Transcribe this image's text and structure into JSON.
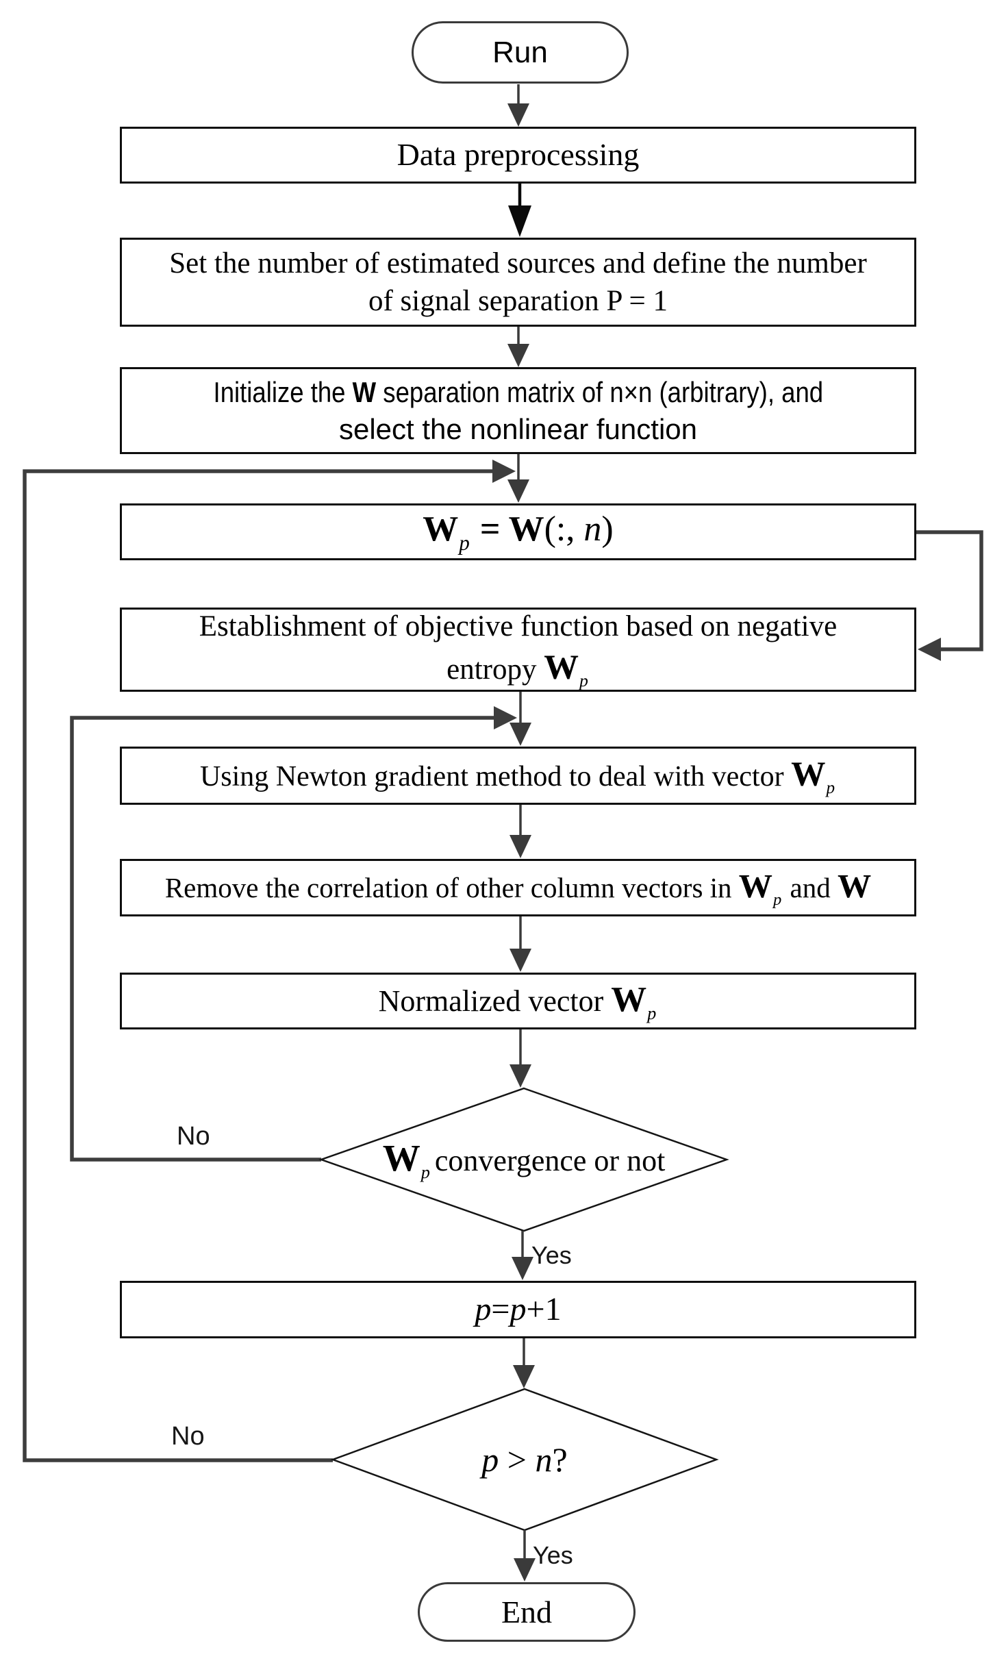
{
  "nodes": {
    "run": {
      "label": "Run"
    },
    "preprocess": {
      "label": "Data preprocessing"
    },
    "set_sources": {
      "line1": "Set the number of estimated sources and define the number",
      "line2": "of signal separation P = 1"
    },
    "init_w": {
      "pre": "Initialize the ",
      "w": "W",
      "post": " separation matrix of n×n (arbitrary), and",
      "line2": "select the nonlinear function"
    },
    "wp_assign": {
      "w1": "W",
      "sub1": "p",
      "eq": " = ",
      "w2": "W",
      "open": "(:, ",
      "n": "n",
      "close": ")"
    },
    "objective": {
      "line1": "Establishment of objective function based on negative",
      "line2_pre": "entropy ",
      "w": "W",
      "sub": "p"
    },
    "newton": {
      "pre": "Using Newton gradient method to deal with vector ",
      "w": "W",
      "sub": "p"
    },
    "decorrelate": {
      "pre": "Remove the correlation of other column vectors in ",
      "w1": "W",
      "sub1": "p",
      "mid": " and ",
      "w2": "W"
    },
    "normalize": {
      "pre": "Normalized vector ",
      "w": "W",
      "sub": "p"
    },
    "convergence": {
      "w": "W",
      "sub": "p",
      "post": "convergence or not"
    },
    "increment": {
      "p1": "p",
      "eq": "=",
      "p2": "p",
      "rest": "+1"
    },
    "p_gt_n": {
      "p": "p",
      "op": " > ",
      "n": "n",
      "q": "?"
    },
    "end": {
      "label": "End"
    }
  },
  "labels": {
    "no_convergence": "No",
    "yes_convergence": "Yes",
    "no_p_gt_n": "No",
    "yes_p_gt_n": "Yes"
  },
  "colors": {
    "background": "#ffffff",
    "box_border": "#0e0e0e",
    "terminator_border": "#3a3a3a",
    "thin_arrow": "#3a3a3a",
    "thick_loop_line": "#3d3d3d",
    "black_arrow": "#0a0a0a",
    "text": "#000000"
  }
}
